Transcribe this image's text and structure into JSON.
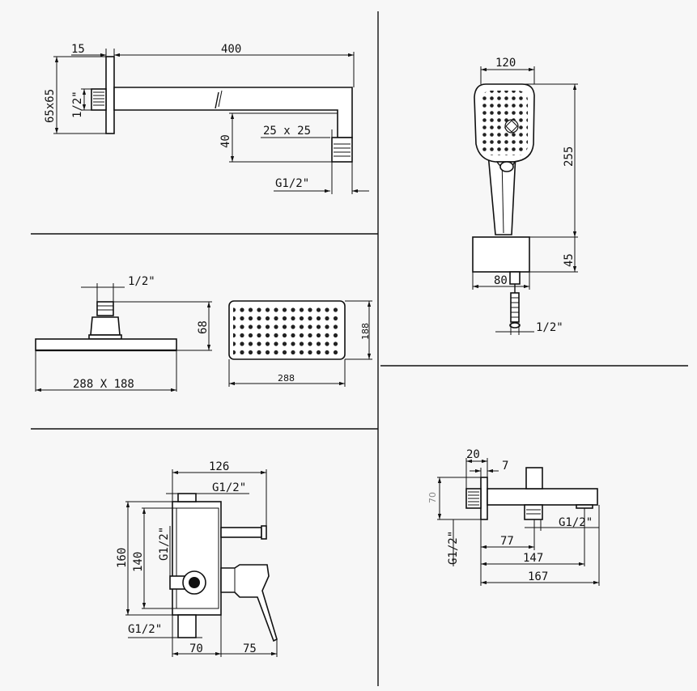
{
  "arm": {
    "d15": "15",
    "d400": "400",
    "d65": "65x65",
    "half": "1/2\"",
    "d40": "40",
    "d25": "25 x 25",
    "g": "G1/2\""
  },
  "handshower": {
    "d120": "120",
    "d255": "255",
    "d45": "45",
    "d80": "80",
    "half": "1/2\""
  },
  "head": {
    "half": "1/2\"",
    "d68": "68",
    "size": "288 X 188",
    "d188": "188",
    "d288": "288"
  },
  "mixer": {
    "d126": "126",
    "g_top": "G1/2\"",
    "g_left": "G1/2\"",
    "g_bottom": "G1/2\"",
    "d160": "160",
    "d140": "140",
    "d70": "70",
    "d75": "75"
  },
  "spout": {
    "d20": "20",
    "d7": "7",
    "d70": "70",
    "g_left": "G1/2\"",
    "g_right": "G1/2\"",
    "d77": "77",
    "d147": "147",
    "d167": "167"
  }
}
